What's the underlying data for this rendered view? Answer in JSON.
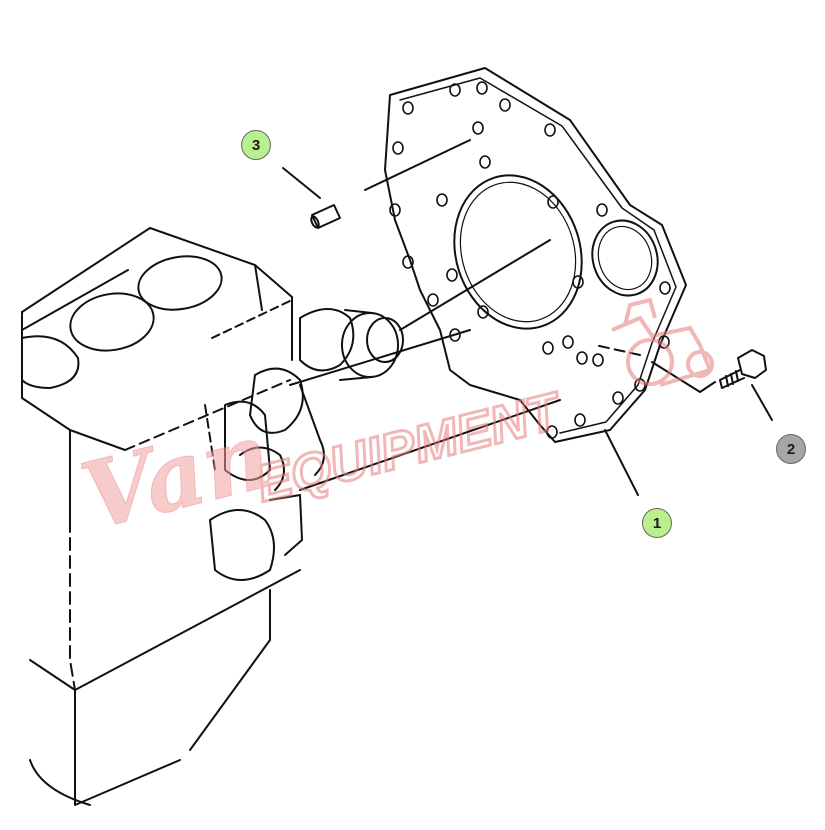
{
  "callouts": [
    {
      "id": "callout-1",
      "label": "1",
      "status": "available"
    },
    {
      "id": "callout-2",
      "label": "2",
      "status": "unavailable"
    },
    {
      "id": "callout-3",
      "label": "3",
      "status": "available"
    }
  ],
  "watermark": {
    "script": "Van",
    "block": "EQUIPMENT"
  },
  "colors": {
    "available": "#b9ef8c",
    "unavailable": "#a6a6a6",
    "watermark": "#f2a0a0",
    "line": "#111111"
  },
  "icons": {
    "watermark_tractor": "tractor-icon"
  }
}
